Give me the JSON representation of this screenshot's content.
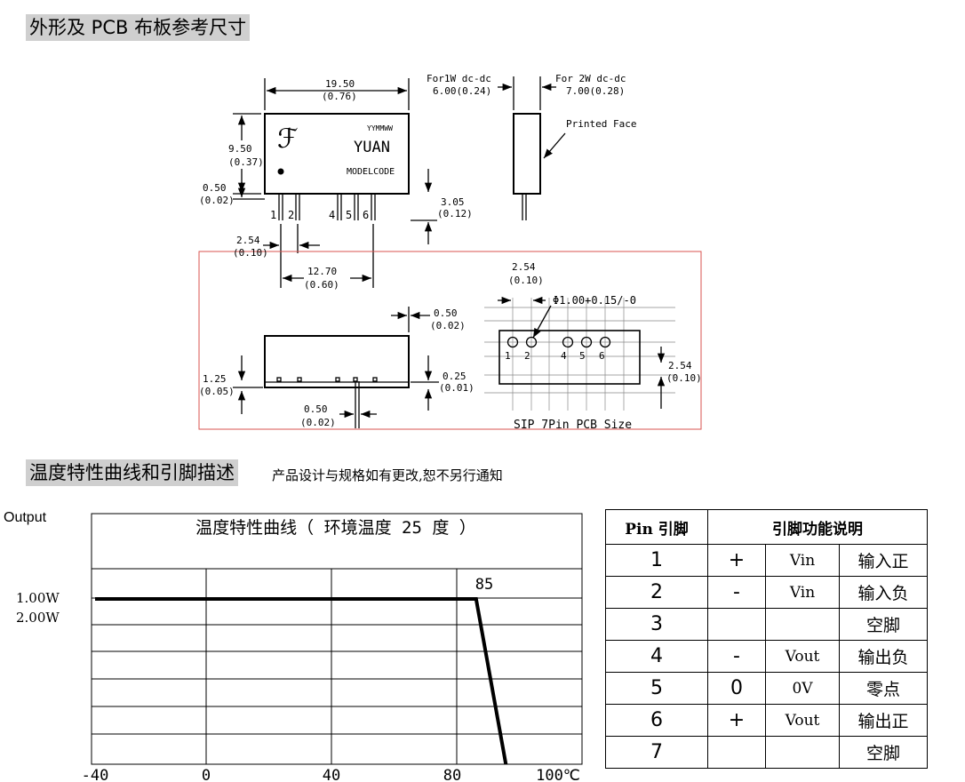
{
  "section1": {
    "title": "外形及 PCB 布板参考尺寸"
  },
  "drawing": {
    "side_note_1w": "For1W dc-dc",
    "side_note_1w_dim": "6.00(0.24)",
    "side_note_2w": "For 2W dc-dc",
    "side_note_2w_dim": "7.00(0.28)",
    "printed_face": "Printed Face",
    "brand_glyph": "ℱ",
    "date_code": "YYMMWW",
    "brand": "YUAN",
    "model_code": "MODELCODE",
    "dim_width": "19.50",
    "dim_width_in": "(0.76)",
    "dim_height": "9.50",
    "dim_height_in": "(0.37)",
    "dim_standoff": "0.50",
    "dim_standoff_in": "(0.02)",
    "dim_pinlen": "3.05",
    "dim_pinlen_in": "(0.12)",
    "dim_pitch": "2.54",
    "dim_pitch_in": "(0.10)",
    "dim_span": "12.70",
    "dim_span_in": "(0.60)",
    "pins_top": [
      "1",
      "2",
      "4",
      "5",
      "6"
    ],
    "bottom_dim_top": "0.50",
    "bottom_dim_top_in": "(0.02)",
    "bottom_dim_left": "1.25",
    "bottom_dim_left_in": "(0.05)",
    "bottom_dim_right": "0.25",
    "bottom_dim_right_in": "(0.01)",
    "bottom_dim_pin": "0.50",
    "bottom_dim_pin_in": "(0.02)",
    "pcb_pitch": "2.54",
    "pcb_pitch_in": "(0.10)",
    "pcb_hole": "Φ1.00+0.15/-0",
    "pcb_row": "2.54",
    "pcb_row_in": "(0.10)",
    "pcb_pins": [
      "1",
      "2",
      "4",
      "5",
      "6"
    ],
    "pcb_caption": "SIP 7Pin  PCB Size"
  },
  "section2": {
    "title": "温度特性曲线和引脚描述",
    "note": "产品设计与规格如有更改,恕不另行通知"
  },
  "chart_data": {
    "type": "line",
    "title": "温度特性曲线（ 环境温度 25 度 ）",
    "ylabel": "Output",
    "y_tick_labels": [
      "1.00W",
      "2.00W"
    ],
    "x_tick_labels": [
      "-40",
      "0",
      "40",
      "80",
      "100℃"
    ],
    "annotation": "85",
    "series": [
      {
        "values": [
          [
            -40,
            100
          ],
          [
            88,
            100
          ],
          [
            98,
            0
          ]
        ]
      }
    ],
    "grid": true
  },
  "pin_table": {
    "header_pin": "Pin 引脚",
    "header_func": "引脚功能说明",
    "rows": [
      {
        "pin": "1",
        "sign": "+",
        "name": "Vin",
        "desc": "输入正"
      },
      {
        "pin": "2",
        "sign": "-",
        "name": "Vin",
        "desc": "输入负"
      },
      {
        "pin": "3",
        "sign": "",
        "name": "",
        "desc": "空脚"
      },
      {
        "pin": "4",
        "sign": "-",
        "name": "Vout",
        "desc": "输出负"
      },
      {
        "pin": "5",
        "sign": "0",
        "name": "0V",
        "desc": "零点"
      },
      {
        "pin": "6",
        "sign": "+",
        "name": "Vout",
        "desc": "输出正"
      },
      {
        "pin": "7",
        "sign": "",
        "name": "",
        "desc": "空脚"
      }
    ]
  }
}
